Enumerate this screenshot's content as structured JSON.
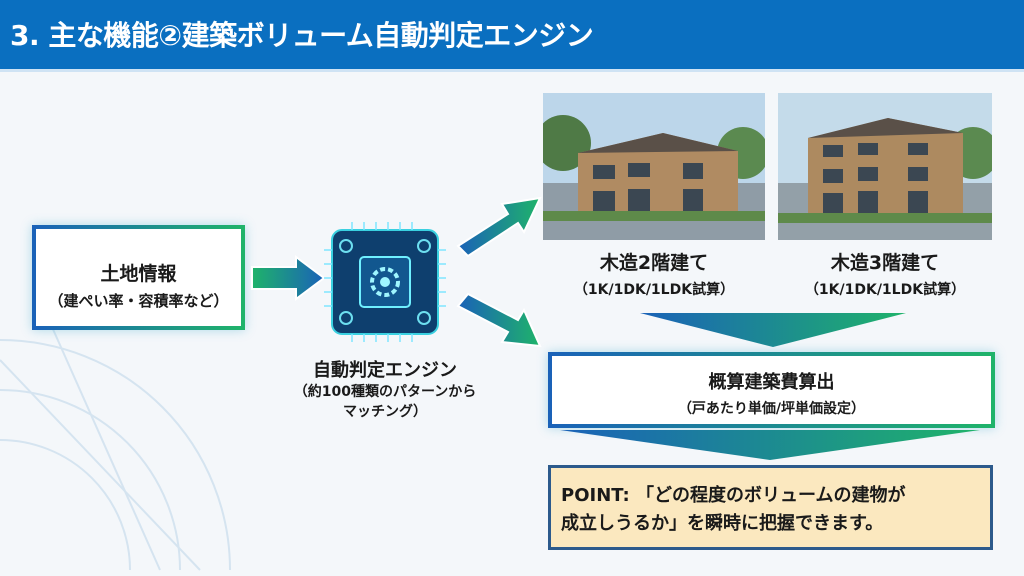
{
  "header": {
    "title": "3. 主な機能②建築ボリューム自動判定エンジン"
  },
  "land": {
    "title": "土地情報",
    "subtitle": "（建ぺい率・容積率など）"
  },
  "engine": {
    "title": "自動判定エンジン",
    "subtitle_line1": "（約100種類のパターンから",
    "subtitle_line2": "マッチング）"
  },
  "options": [
    {
      "title": "木造2階建て",
      "subtitle": "（1K/1DK/1LDK試算）"
    },
    {
      "title": "木造3階建て",
      "subtitle": "（1K/1DK/1LDK試算）"
    }
  ],
  "cost": {
    "title": "概算建築費算出",
    "subtitle": "（戸あたり単価/坪単価設定）"
  },
  "point": {
    "line1": "POINT: 「どの程度のボリュームの建物が",
    "line2": "成立しうるか」を瞬時に把握できます。"
  },
  "colors": {
    "header": "#0a6fc0",
    "blue": "#1a62b8",
    "green": "#1fb36a",
    "point_bg": "#fbe8bf"
  }
}
